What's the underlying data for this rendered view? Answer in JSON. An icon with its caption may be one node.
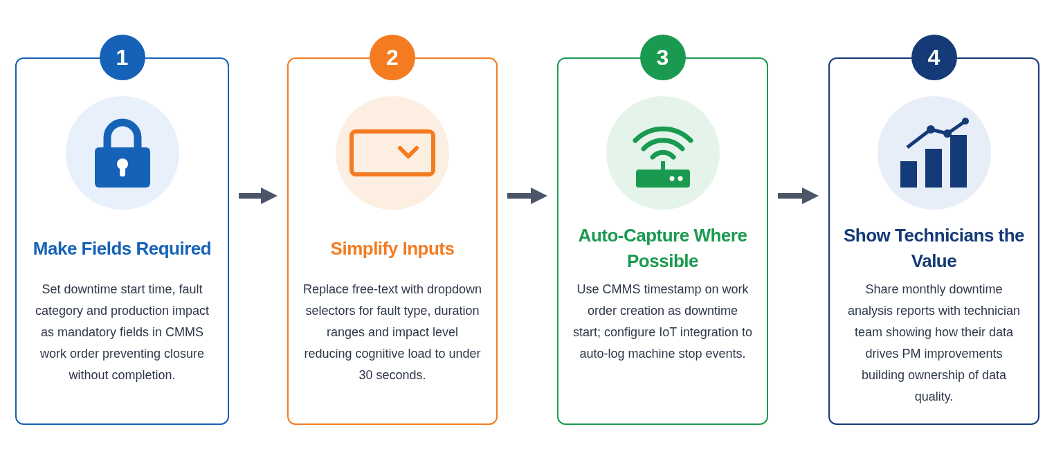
{
  "diagram": {
    "nodes": [
      {
        "text": [
          "1"
        ]
      },
      {
        "text": [
          "Make Fields Required",
          "Set downtime start time, fault category and production impact as mandatory fields in CMMS work order preventing closure without completion."
        ]
      },
      {
        "text": [
          "2"
        ]
      },
      {
        "text": [
          "Simplify Inputs",
          "Replace free-text with dropdown selectors for fault type, duration ranges and impact level reducing cognitive load to under 30 seconds."
        ]
      },
      {
        "text": [
          "3"
        ]
      },
      {
        "text": [
          "Auto-Capture Where Possible",
          "Use CMMS timestamp on work order creation as downtime start; configure IoT integration to auto-log machine stop events."
        ]
      },
      {
        "text": [
          "4"
        ]
      },
      {
        "text": [
          "Show Technicians the Value",
          "Share monthly downtime analysis reports with technician team showing how their data drives PM improvements building ownership of data quality."
        ]
      }
    ],
    "edges": [
      {
        "from": 1,
        "to": 3,
        "arrow": "to"
      },
      {
        "from": 3,
        "to": 5,
        "arrow": "to"
      },
      {
        "from": 5,
        "to": 7,
        "arrow": "to"
      }
    ]
  }
}
